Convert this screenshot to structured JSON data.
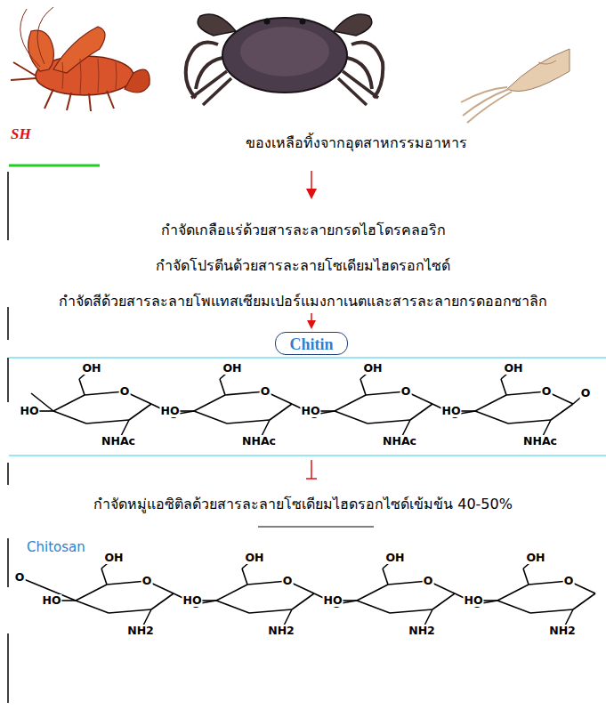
{
  "diagram": {
    "nodes": [
      {
        "text": [
          "Chitin"
        ]
      }
    ],
    "labels": [
      "SH",
      "ของเหลือทิ้งจากอุตสาหกรรมอาหาร",
      "กำจัดเกลือแร่ด้วยสารละลายกรดไฮโดรคลอริก",
      "กำจัดโปรตีนด้วยสารละลายโซเดียมไฮดรอกไซด์",
      "กำจัดสีด้วยสารละลายโพแทสเซียมเปอร์แมงกาเนตและสารละลายกรดออกซาลิก",
      "OH",
      "O",
      "HO",
      "NHAc",
      "O",
      "OH",
      "O",
      "HO",
      "NHAc",
      "O",
      "OH",
      "O",
      "HO",
      "NHAc",
      "O",
      "OH",
      "O",
      "HO",
      "NHAc",
      "O",
      "กำจัดหมู่แอซิติลด้วยสารละลายโซเดียมไฮดรอกไซด์เข้มข้น 40-50%",
      "Chitosan",
      "O",
      "OH",
      "O",
      "HO",
      "NH2",
      "O",
      "OH",
      "O",
      "HO",
      "NH2",
      "O",
      "OH",
      "O",
      "HO",
      "NH2",
      "O",
      "OH",
      "O",
      "HO",
      "NH2"
    ]
  }
}
